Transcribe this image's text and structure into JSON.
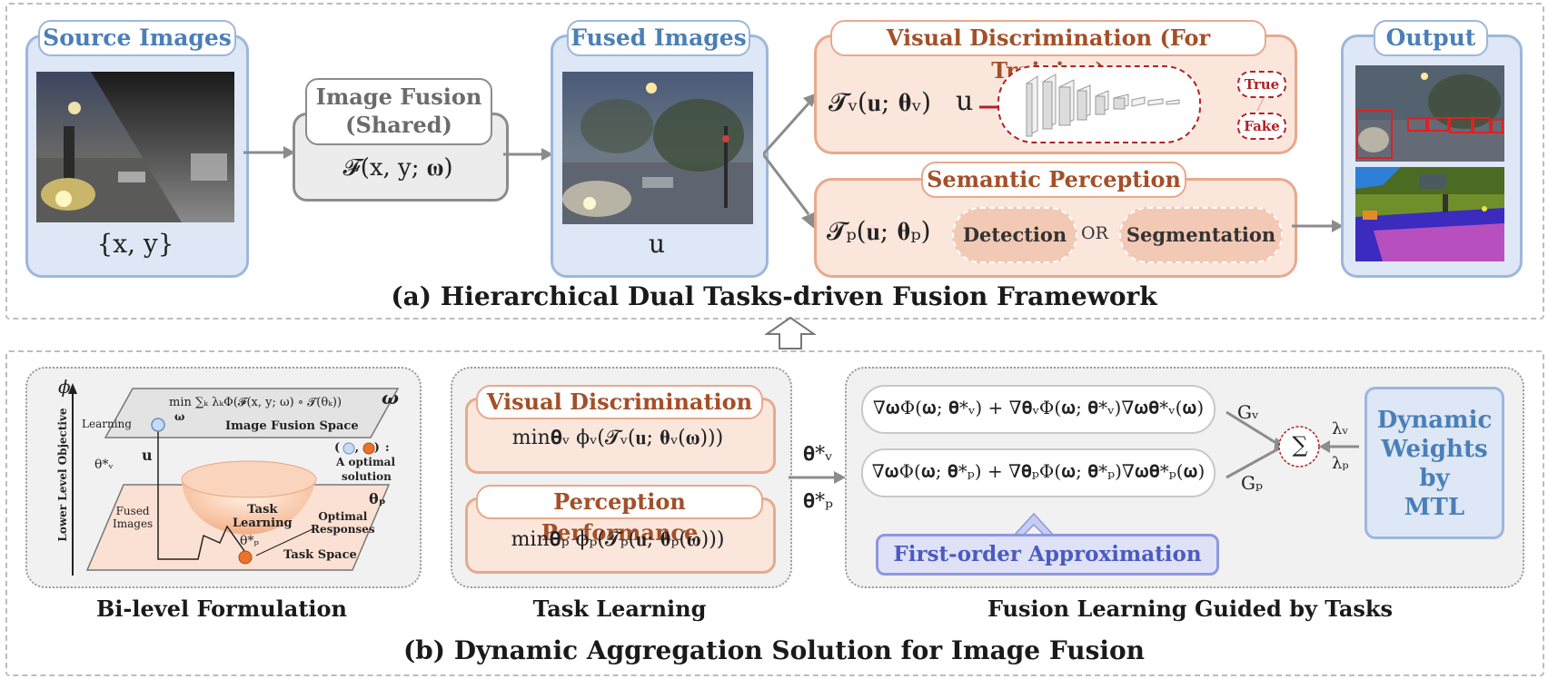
{
  "top": {
    "caption": "(a) Hierarchical Dual Tasks-driven Fusion Framework",
    "source": {
      "title": "Source Images",
      "label": "{x, y}"
    },
    "fusion": {
      "title_line1": "Image Fusion",
      "title_line2": "(Shared)",
      "formula": "𝓕(x, y; 𝛚)"
    },
    "fused": {
      "title": "Fused Images",
      "label": "u"
    },
    "visual": {
      "title": "Visual Discrimination (For Training)",
      "formula": "𝓣ᵥ(𝐮; 𝛉ᵥ)",
      "input": "u",
      "true": "True",
      "fake": "Fake"
    },
    "semantic": {
      "title": "Semantic Perception",
      "formula": "𝓣ₚ(𝐮; 𝛉ₚ)",
      "detection": "Detection",
      "or": "OR",
      "segmentation": "Segmentation"
    },
    "output": {
      "title": "Output"
    }
  },
  "bottom": {
    "caption": "(b) Dynamic Aggregation Solution for Image Fusion",
    "bilevel": {
      "caption": "Bi-level Formulation",
      "phi": "ϕ",
      "omega": "ω",
      "yaxis": "Lower Level Objective",
      "min_expr": "min ∑ₖ λₖΦ(𝓕(x, y; ω) ∘ 𝓣(θₖ))",
      "min_sub": "ω",
      "fusion_space": "Image Fusion Space",
      "learning": "Learning",
      "theta_v": "θ*ᵥ",
      "u": "u",
      "legend_line1": "( , ):",
      "legend_line2": "A optimal",
      "legend_line3": "solution",
      "theta_p": "θₚ",
      "fused_line1": "Fused",
      "fused_line2": "Images",
      "task_line1": "Task",
      "task_line2": "Learning",
      "theta_p_star": "θ*ₚ",
      "optimal_line1": "Optimal",
      "optimal_line2": "Responses",
      "task_space": "Task Space"
    },
    "task": {
      "caption": "Task Learning",
      "visual_title": "Visual Discrimination",
      "visual_eq": "min𝛉ᵥ ϕᵥ(𝓣ᵥ(𝐮; 𝛉ᵥ(𝛚)))",
      "perc_title": "Perception Performance",
      "perc_eq": "min𝛉ₚ ϕₚ(𝓣ₚ(𝐮; 𝛉ₚ(𝛚)))",
      "theta_v": "𝛉*ᵥ",
      "theta_p": "𝛉*ₚ"
    },
    "fusion": {
      "caption": "Fusion Learning Guided by Tasks",
      "eq_v": "∇𝛚Φ(𝛚; 𝛉*ᵥ) + ∇𝛉ᵥΦ(𝛚; 𝛉*ᵥ)∇𝛚𝛉*ᵥ(𝛚)",
      "eq_p": "∇𝛚Φ(𝛚; 𝛉*ₚ) + ∇𝛉ₚΦ(𝛚; 𝛉*ₚ)∇𝛚𝛉*ₚ(𝛚)",
      "gv": "Gᵥ",
      "gp": "Gₚ",
      "sum": "∑",
      "lambda_v": "λᵥ",
      "lambda_p": "λₚ",
      "dyn_line1": "Dynamic",
      "dyn_line2": "Weights",
      "dyn_line3": "by",
      "dyn_line4": "MTL",
      "first_order": "First-order Approximation"
    }
  },
  "colors": {
    "blue_fill": "#dde7f5",
    "blue_stroke": "#9db7dc",
    "blue_text": "#4a7fb8",
    "orange_fill": "#fbe6dc",
    "orange_stroke": "#e8a98d",
    "orange_text": "#a44f28",
    "gray_fill": "#ececec",
    "gray_stroke": "#8c8c8c",
    "red": "#b22222",
    "approx_fill": "#dfe2f7",
    "approx_stroke": "#8e97de",
    "approx_text": "#4b5bbf"
  }
}
